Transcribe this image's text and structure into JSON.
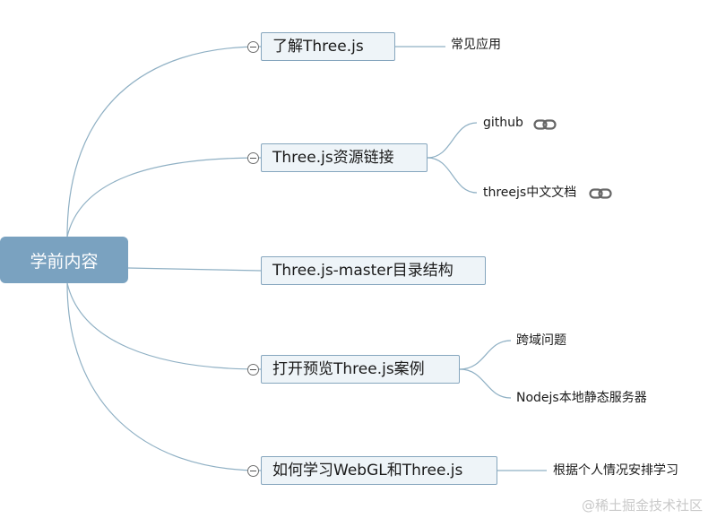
{
  "root": {
    "label": "学前内容"
  },
  "branches": [
    {
      "label": "了解Three.js",
      "children": [
        {
          "label": "常见应用",
          "has_link": false
        }
      ]
    },
    {
      "label": "Three.js资源链接",
      "children": [
        {
          "label": "github",
          "has_link": true
        },
        {
          "label": "threejs中文文档",
          "has_link": true
        }
      ]
    },
    {
      "label": "Three.js-master目录结构",
      "children": []
    },
    {
      "label": "打开预览Three.js案例",
      "children": [
        {
          "label": "跨域问题",
          "has_link": false
        },
        {
          "label": "Nodejs本地静态服务器",
          "has_link": false
        }
      ]
    },
    {
      "label": "如何学习WebGL和Three.js",
      "children": [
        {
          "label": "根据个人情况安排学习",
          "has_link": false
        }
      ]
    }
  ],
  "watermark": "@稀土掘金技术社区",
  "colors": {
    "root_fill": "#7aa2c0",
    "node_fill": "#eef4f8",
    "node_border": "#86a6be",
    "line": "#8fb0c4"
  }
}
